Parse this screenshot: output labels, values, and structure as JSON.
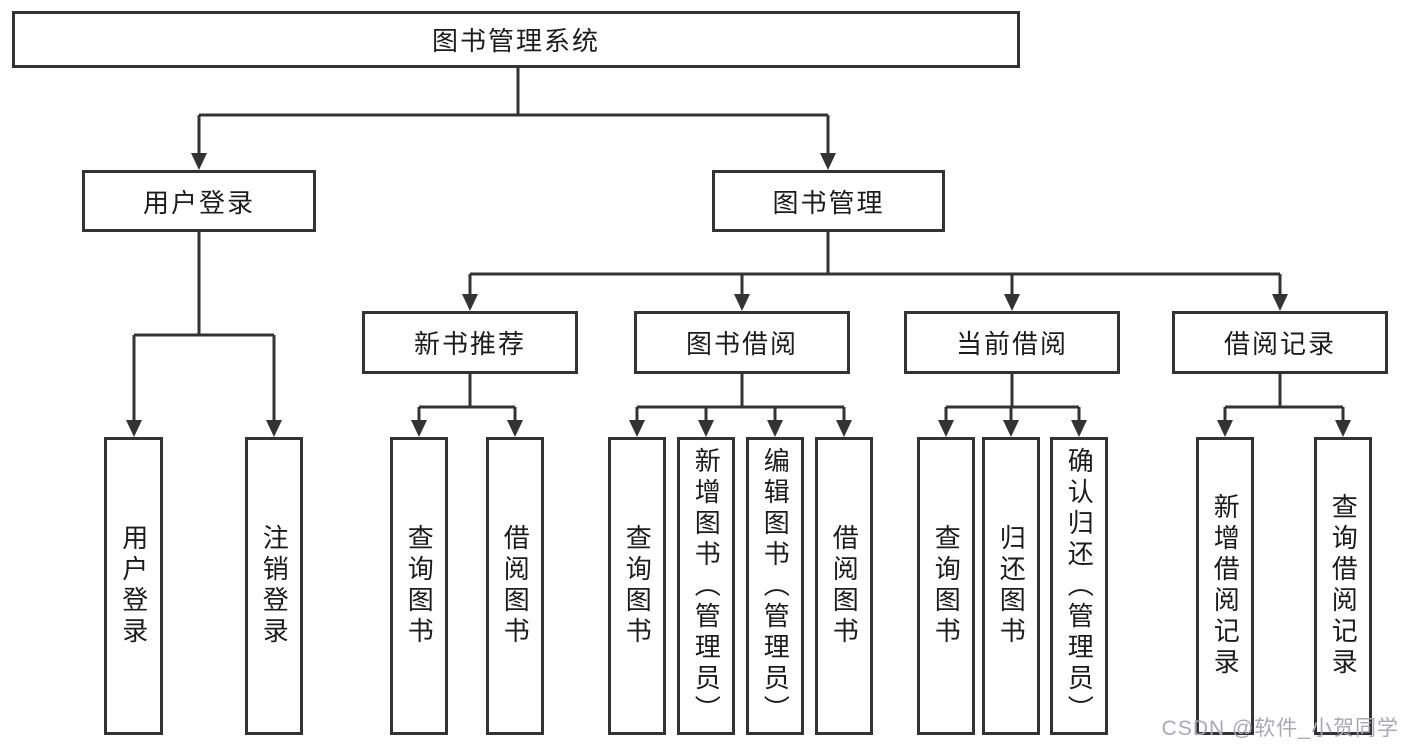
{
  "tree": {
    "root": "图书管理系统",
    "branches": [
      {
        "label": "用户登录",
        "children": [
          "用户登录",
          "注销登录"
        ]
      },
      {
        "label": "图书管理",
        "children": [
          {
            "label": "新书推荐",
            "children": [
              "查询图书",
              "借阅图书"
            ]
          },
          {
            "label": "图书借阅",
            "children": [
              "查询图书",
              "新增图书（管理员）",
              "编辑图书（管理员）",
              "借阅图书"
            ]
          },
          {
            "label": "当前借阅",
            "children": [
              "查询图书",
              "归还图书",
              "确认归还（管理员）"
            ]
          },
          {
            "label": "借阅记录",
            "children": [
              "新增借阅记录",
              "查询借阅记录"
            ]
          }
        ]
      }
    ]
  },
  "watermark": {
    "text": "CSDN @软件_小贺同学"
  },
  "colors": {
    "line": "#333333",
    "border": "#333333",
    "text": "#1c1c1c",
    "background": "#ffffff",
    "watermark": "#a9a9b2"
  }
}
